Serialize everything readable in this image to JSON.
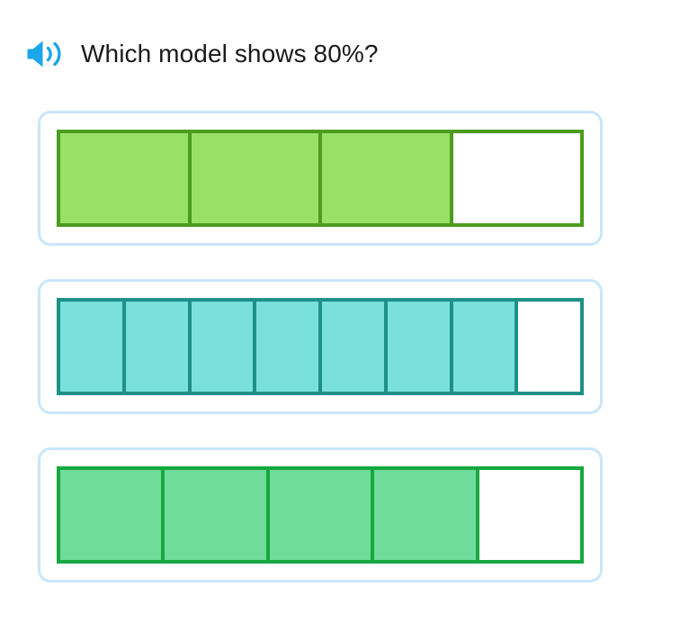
{
  "question": {
    "audio_icon": "speaker-icon",
    "text": "Which model shows 80%?"
  },
  "theme": {
    "page_background": "#ffffff",
    "card_border": "#c9e6fb",
    "text_color": "#1a1a1a",
    "icon_color": "#1ba7ea"
  },
  "options": [
    {
      "id": "model-a",
      "label": "bar-model-option-1",
      "total_cells": 4,
      "filled_cells": 3,
      "percent_shown": 75,
      "fill_color": "#98e066",
      "border_color": "#4c9c1e"
    },
    {
      "id": "model-b",
      "label": "bar-model-option-2",
      "total_cells": 8,
      "filled_cells": 7,
      "percent_shown": 87.5,
      "fill_color": "#7ae0dc",
      "border_color": "#1e9187"
    },
    {
      "id": "model-c",
      "label": "bar-model-option-3",
      "total_cells": 5,
      "filled_cells": 4,
      "percent_shown": 80,
      "fill_color": "#70db9a",
      "border_color": "#16a83f"
    }
  ]
}
